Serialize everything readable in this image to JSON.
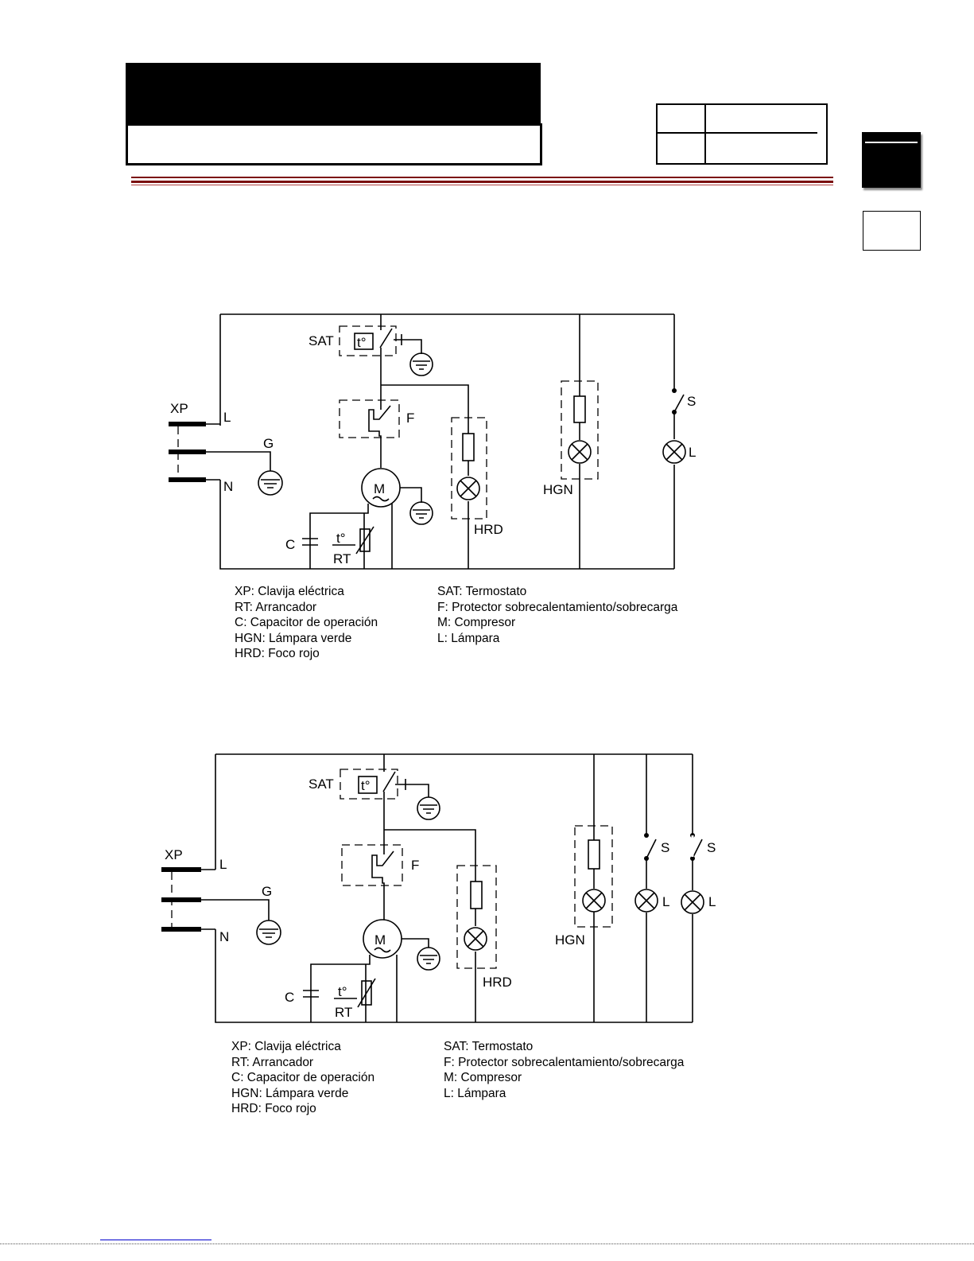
{
  "diagram1": {
    "labels": {
      "xp": "XP",
      "l_line": "L",
      "g": "G",
      "n": "N",
      "sat": "SAT",
      "temp": "t°",
      "f": "F",
      "motor": "M",
      "c": "C",
      "rt_temp": "t°",
      "rt": "RT",
      "hrd": "HRD",
      "hgn": "HGN",
      "s": "S",
      "lamp": "L"
    },
    "legend_left": [
      "XP: Clavija eléctrica",
      "RT: Arrancador",
      "C: Capacitor de operación",
      "HGN: Lámpara verde",
      "HRD: Foco rojo"
    ],
    "legend_right": [
      "SAT: Termostato",
      "F: Protector sobrecalentamiento/sobrecarga",
      "M: Compresor",
      "L: Lámpara"
    ]
  },
  "diagram2": {
    "labels": {
      "xp": "XP",
      "l_line": "L",
      "g": "G",
      "n": "N",
      "sat": "SAT",
      "temp": "t°",
      "f": "F",
      "motor": "M",
      "c": "C",
      "rt_temp": "t°",
      "rt": "RT",
      "hrd": "HRD",
      "hgn": "HGN",
      "s1": "S",
      "lamp1": "L",
      "s2": "S",
      "lamp2": "L"
    },
    "legend_left": [
      "XP: Clavija eléctrica",
      "RT: Arrancador",
      "C: Capacitor de operación",
      "HGN: Lámpara verde",
      "HRD: Foco rojo"
    ],
    "legend_right": [
      "SAT: Termostato",
      "F: Protector sobrecalentamiento/sobrecarga",
      "M: Compresor",
      "L: Lámpara"
    ]
  }
}
